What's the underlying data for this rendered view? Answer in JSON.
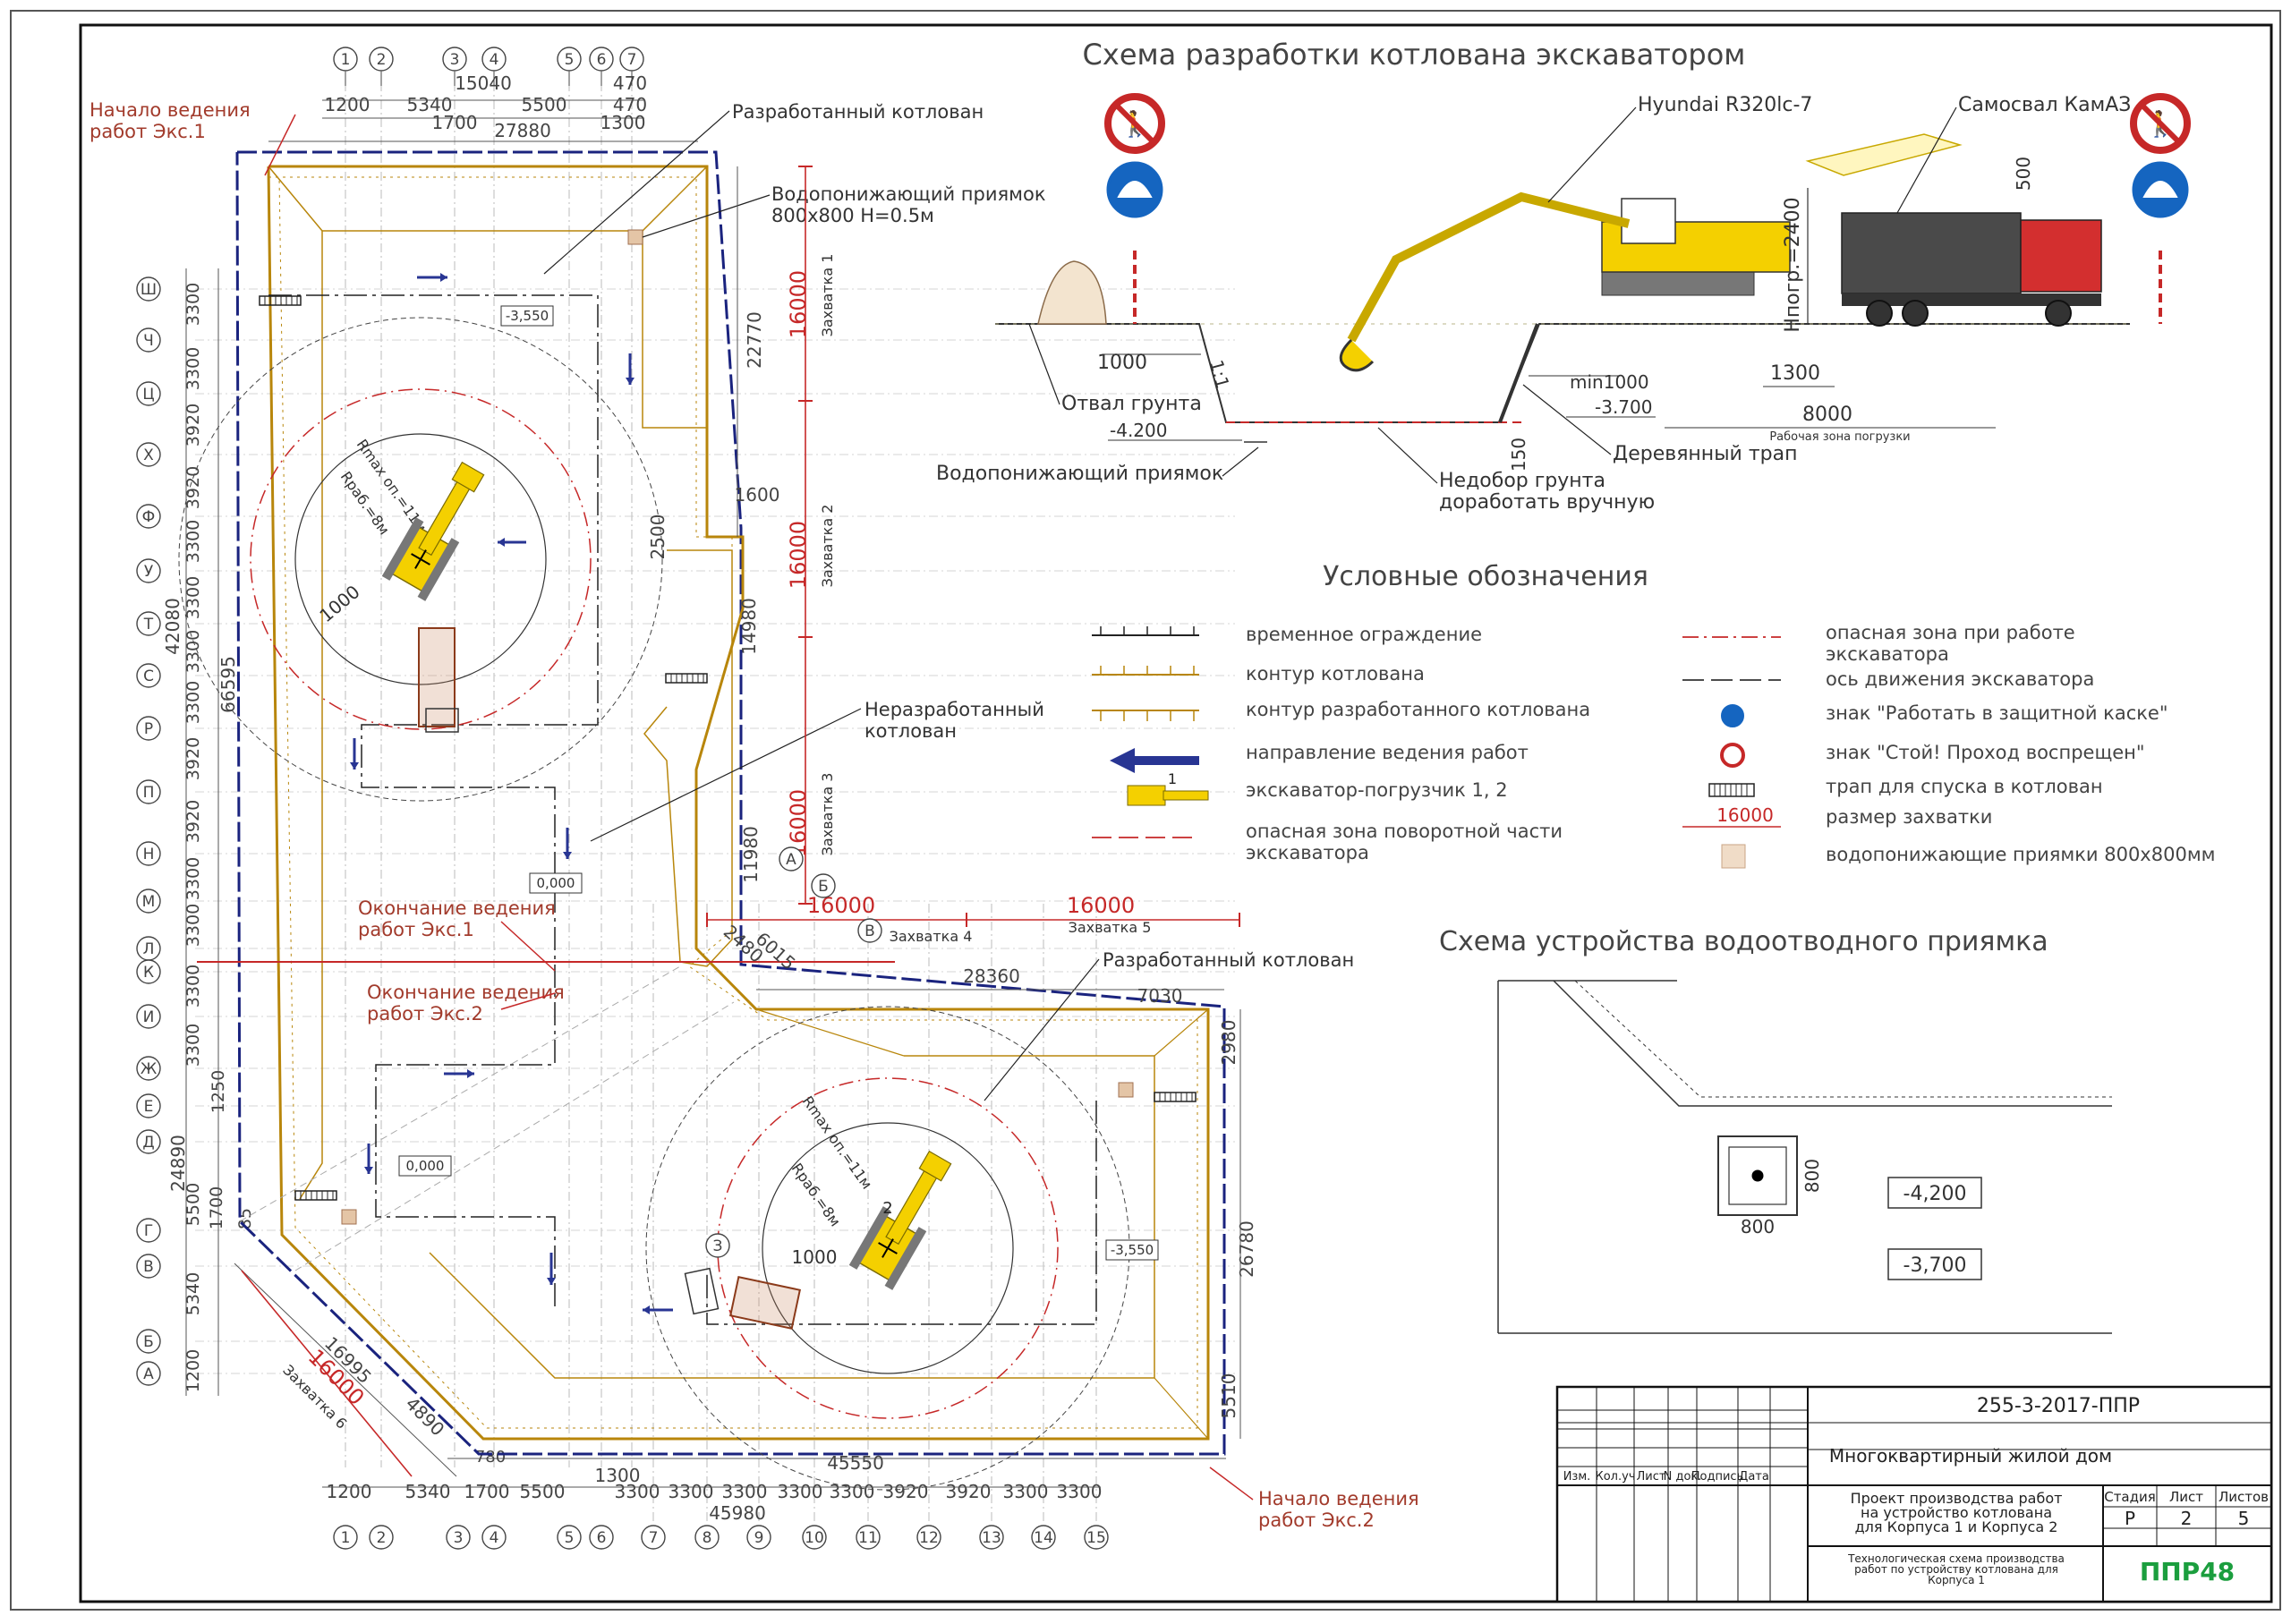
{
  "top_axes": [
    "1",
    "2",
    "3",
    "4",
    "5",
    "6",
    "7"
  ],
  "bottom_axes": [
    "1",
    "2",
    "3",
    "4",
    "5",
    "6",
    "7",
    "8",
    "9",
    "10",
    "11",
    "12",
    "13",
    "14",
    "15"
  ],
  "left_axes": [
    "Ш",
    "Ч",
    "Ц",
    "Х",
    "Ф",
    "У",
    "Т",
    "С",
    "Р",
    "П",
    "Н",
    "М",
    "Л",
    "К",
    "И",
    "Ж",
    "Е",
    "Д",
    "Г",
    "В",
    "Б",
    "А"
  ],
  "top_dims": {
    "row1": "15040",
    "row2": [
      "1200",
      "5340",
      "5500",
      "470"
    ],
    "row3": [
      "1700",
      "470"
    ],
    "row4": [
      "27880",
      "1300"
    ]
  },
  "bottom_dims": {
    "row1": [
      "1200",
      "5340",
      "1700",
      "5500",
      "3300",
      "3300",
      "3300",
      "3300",
      "3300",
      "3920",
      "3920",
      "3300",
      "3300"
    ],
    "row2": "1300",
    "row3": "45980",
    "row4": "45550",
    "row5": "780"
  },
  "left_dims": [
    "3300",
    "3300",
    "3920",
    "3920",
    "3300",
    "3300",
    "3300",
    "3300",
    "3920",
    "3920",
    "3300",
    "3300",
    "3300",
    "3300",
    "5500",
    "5340",
    "1200",
    "1250",
    "1700",
    "85"
  ],
  "left_totals": [
    "42080",
    "66595",
    "24890"
  ],
  "plan_labels": {
    "start_exc1": [
      "Начало ведения",
      "работ Экс.1"
    ],
    "developed_pit_1": "Разработанный котлован",
    "sump": [
      "Водопонижающий приямок",
      "800x800    H=0.5м"
    ],
    "undeveloped_pit": [
      "Неразработанный",
      "котлован"
    ],
    "end_exc1": [
      "Окончание ведения",
      "работ Экс.1"
    ],
    "end_exc2": [
      "Окончание ведения",
      "работ Экс.2"
    ],
    "developed_pit_2": "Разработанный котлован",
    "start_exc2": [
      "Начало ведения",
      "работ Экс.2"
    ],
    "level_1": "-3,550",
    "level_2": "0,000",
    "level_3": "0,000",
    "level_4": "-3,550",
    "radius_max": "Rmax оп.=11м",
    "radius_work": "Rраб.=8м",
    "exc_1": "1",
    "exc_2": "2",
    "dim_1000": "1000"
  },
  "plan_dims": {
    "d22770": "22770",
    "d1600": "1600",
    "d2500": "2500",
    "d14980": "14980",
    "d11980": "11980",
    "d2480": "2480",
    "d6015": "6015",
    "d28360": "28360",
    "d7030": "7030",
    "d2980": "2980",
    "d26780": "26780",
    "d5510": "5510",
    "d16995": "16995",
    "d4890": "4890"
  },
  "zones": [
    {
      "size": "16000",
      "name": "Захватка 1"
    },
    {
      "size": "16000",
      "name": "Захватка 2"
    },
    {
      "size": "16000",
      "name": "Захватка 3"
    },
    {
      "size": "16000",
      "name": "Захватка 4"
    },
    {
      "size": "16000",
      "name": "Захватка 5"
    },
    {
      "size": "16000",
      "name": "Захватка 6"
    }
  ],
  "zone_axes": [
    "А",
    "Б",
    "В",
    "З"
  ],
  "section": {
    "title": "Схема разработки котлована экскаватором",
    "excavator": "Hyundai R320lc-7",
    "truck": "Самосвал КамАЗ",
    "h_load": "Hпогр.=2400",
    "d500": "500",
    "d1000": "1000",
    "slope": "1:1",
    "spoil": "Отвал грунта",
    "lvl_4200": "-4.200",
    "sump": "Водопонижающий приямок",
    "d150": "150",
    "underexc": [
      "Недобор грунта",
      "доработать вручную"
    ],
    "min1000": "min1000",
    "lvl_3700": "-3.700",
    "trap": "Деревянный трап",
    "d1300": "1300",
    "d8000": "8000",
    "load_zone": "Рабочая зона погрузки"
  },
  "legend": {
    "title": "Условные обозначения",
    "left": [
      "временное ограждение",
      "контур котлована",
      "контур разработанного котлована",
      "направление ведения работ",
      "экскаватор-погрузчик 1, 2",
      "опасная зона поворотной части",
      "экскаватора"
    ],
    "right": [
      "опасная зона при работе",
      "экскаватора",
      "ось движения экскаватора",
      "знак \"Работать в защитной каске\"",
      "знак \"Стой! Проход воспрещен\"",
      "трап для спуска в котлован",
      "размер захватки",
      "водопонижающие приямки 800x800мм"
    ],
    "zone_sample": "16000",
    "exc_sample": "1"
  },
  "sump_scheme": {
    "title": "Схема устройства водоотводного приямка",
    "w": "800",
    "h": "800",
    "lvl1": "-4,200",
    "lvl2": "-3,700"
  },
  "title_block": {
    "code": "255-3-2017-ППР",
    "object": "Многоквартирный жилой дом",
    "cols": [
      "Изм.",
      "Кол.уч",
      "Лист",
      "N док.",
      "Подпись",
      "Дата"
    ],
    "project": [
      "Проект производства работ",
      "на устройство котлована",
      "для Корпуса 1 и Корпуса 2"
    ],
    "stage_label": "Стадия",
    "sheet_label": "Лист",
    "sheets_label": "Листов",
    "stage": "Р",
    "sheet": "2",
    "sheets": "5",
    "desc": [
      "Технологическая схема производства",
      "работ по устройству котлована для",
      "Корпуса 1"
    ],
    "firm": "ППР48"
  },
  "colors": {
    "fence": "#1a237e",
    "pit": "#b8860b",
    "danger": "#c62828",
    "arrow": "#283593",
    "excavator": "#f4d000",
    "truck_red": "#d32f2f",
    "brand": "#1b9e3e"
  }
}
